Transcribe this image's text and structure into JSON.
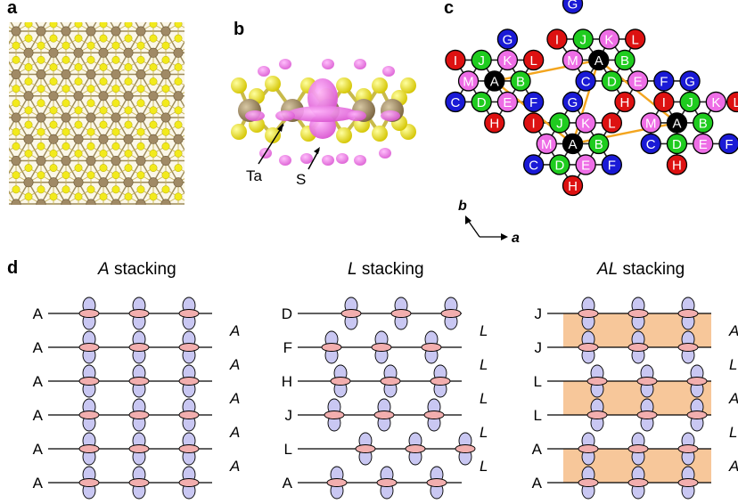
{
  "panels": {
    "a": "a",
    "b": "b",
    "c": "c",
    "d": "d"
  },
  "panel_b": {
    "ta_label": "Ta",
    "s_label": "S"
  },
  "panel_c": {
    "axis_a": "a",
    "axis_b": "b"
  },
  "stackings": [
    {
      "title_italic": "A",
      "title_rest": " stacking",
      "left_labels": [
        "A",
        "A",
        "A",
        "A",
        "A",
        "A"
      ],
      "right_labels": [
        "A",
        "A",
        "A",
        "A",
        "A"
      ],
      "offsets": [
        0,
        0,
        0,
        0,
        0,
        0
      ],
      "shaded_pairs": []
    },
    {
      "title_italic": "L",
      "title_rest": " stacking",
      "left_labels": [
        "D",
        "F",
        "H",
        "J",
        "L",
        "A"
      ],
      "right_labels": [
        "L",
        "L",
        "L",
        "L",
        "L"
      ],
      "offsets": [
        14,
        -8,
        2,
        -5,
        30,
        -2
      ],
      "shaded_pairs": []
    },
    {
      "title_italic": "AL",
      "title_rest": " stacking",
      "left_labels": [
        "J",
        "J",
        "L",
        "L",
        "A",
        "A"
      ],
      "right_labels": [
        "A",
        "L",
        "A",
        "L",
        "A"
      ],
      "offsets": [
        0,
        0,
        10,
        10,
        0,
        0
      ],
      "shaded_pairs": [
        0,
        2,
        4
      ]
    }
  ],
  "colors": {
    "shade": "#f7c79a",
    "dz2_lobe": "#c9c7f2",
    "dxy_lobe": "#f2aeae",
    "sulfur": "#f2ea1c",
    "tantalum": "#a08a65",
    "charge": "#ee7fe5",
    "hop": "#f3a51f",
    "hex_A": "#000000",
    "hex_B": "#1fcc1f",
    "hex_green": "#1fcc1f",
    "hex_blue": "#1a1ad6",
    "hex_red": "#dd1111",
    "hex_magenta": "#ee6ee6"
  },
  "hex_legend": {
    "A": "A",
    "B": "B",
    "C": "C",
    "D": "D",
    "E": "E",
    "F": "F",
    "G": "G",
    "H": "H",
    "I": "I",
    "J": "J",
    "K": "K",
    "L": "L",
    "M": "M"
  }
}
